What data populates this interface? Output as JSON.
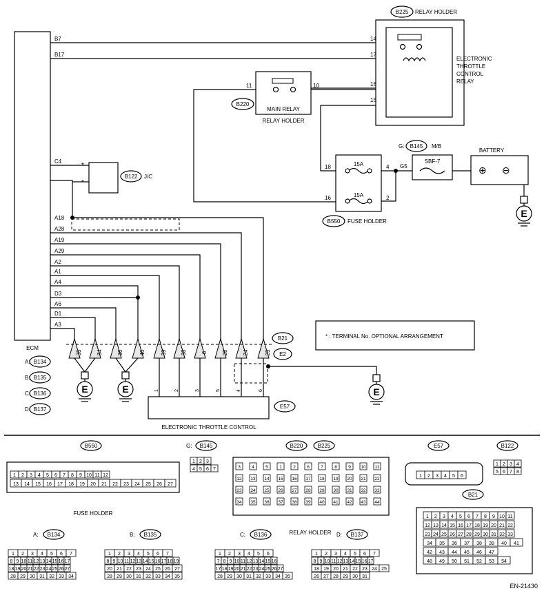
{
  "ecm": {
    "label": "ECM",
    "pins": [
      "B7",
      "B17",
      "C4",
      "A18",
      "A28",
      "A19",
      "A29",
      "A2",
      "A1",
      "A4",
      "D3",
      "A6",
      "D1",
      "A3"
    ]
  },
  "relay_holder_b225": {
    "code": "B225",
    "label": "RELAY HOLDER",
    "pins": [
      "14",
      "17",
      "16",
      "15"
    ],
    "relay_lines": [
      "ELECTRONIC",
      "THROTTLE",
      "CONTROL",
      "RELAY"
    ]
  },
  "main_relay": {
    "code": "B220",
    "label": "MAIN RELAY",
    "holder": "RELAY HOLDER",
    "pins": [
      "11",
      "10"
    ]
  },
  "jc": {
    "code": "B122",
    "label": "J/C",
    "pins": [
      "*",
      "*"
    ]
  },
  "mb": {
    "prefix": "G:",
    "code": "B145",
    "label": "M/B",
    "fuse": "SBF-7",
    "pin": "G5"
  },
  "battery": {
    "label": "BATTERY"
  },
  "fuse_holder": {
    "code": "B550",
    "label": "FUSE HOLDER",
    "fuses": [
      "15A",
      "15A"
    ],
    "pins": [
      "18",
      "4",
      "16",
      "2"
    ]
  },
  "note": "* : TERMINAL No. OPTIONAL ARRANGEMENT",
  "throttle": {
    "code": "E57",
    "label": "ELECTRONIC THROTTLE CONTROL",
    "pins": [
      "1",
      "2",
      "3",
      "5",
      "4",
      "6"
    ]
  },
  "connector_b21": {
    "code": "B21",
    "ground_code": "E2",
    "pins": [
      "35",
      "34",
      "36",
      "40",
      "39",
      "38",
      "6",
      "28",
      "24",
      "25"
    ]
  },
  "ground_symbol": "E",
  "ecm_connectors": [
    {
      "prefix": "A:",
      "code": "B134"
    },
    {
      "prefix": "B:",
      "code": "B135"
    },
    {
      "prefix": "C:",
      "code": "B136"
    },
    {
      "prefix": "D:",
      "code": "B137"
    }
  ],
  "bottom": {
    "fuse_holder": {
      "code": "B550",
      "label": "FUSE HOLDER",
      "top": [
        "1",
        "2",
        "3",
        "4",
        "5",
        "6",
        "7",
        "8",
        "9",
        "10",
        "11",
        "12"
      ],
      "bottom": [
        "13",
        "14",
        "15",
        "16",
        "17",
        "18",
        "19",
        "20",
        "21",
        "22",
        "23",
        "24",
        "25",
        "26",
        "27"
      ]
    },
    "mb": {
      "prefix": "G:",
      "code": "B145",
      "top": [
        "1",
        "2",
        "3"
      ],
      "bottom": [
        "4",
        "5",
        "6",
        "7"
      ]
    },
    "relay_holder": {
      "codes": [
        "B220",
        "B225"
      ],
      "label": "RELAY HOLDER",
      "pins": [
        "3",
        "4",
        "5",
        "1",
        "2",
        "6",
        "7",
        "8",
        "9",
        "10",
        "11",
        "12",
        "13",
        "14",
        "15",
        "16",
        "17",
        "18",
        "19",
        "20",
        "21",
        "22",
        "23",
        "24",
        "25",
        "26",
        "27",
        "28",
        "29",
        "30",
        "31",
        "32",
        "33",
        "34",
        "35",
        "36",
        "37",
        "38",
        "39",
        "40",
        "41",
        "42",
        "43",
        "44"
      ]
    },
    "e57": {
      "code": "E57",
      "pins": [
        "1",
        "2",
        "3",
        "4",
        "5",
        "6"
      ]
    },
    "b122": {
      "code": "B122",
      "top": [
        "1",
        "2",
        "3",
        "4"
      ],
      "bottom": [
        "5",
        "6",
        "7",
        "8"
      ]
    },
    "b21": {
      "code": "B21",
      "rows": [
        [
          "1",
          "2",
          "3",
          "4",
          "5",
          "6",
          "7",
          "8",
          "9",
          "10",
          "11"
        ],
        [
          "12",
          "13",
          "14",
          "15",
          "16",
          "17",
          "18",
          "19",
          "20",
          "21",
          "22"
        ],
        [
          "23",
          "24",
          "25",
          "26",
          "27",
          "28",
          "29",
          "30",
          "31",
          "32",
          "33"
        ],
        [
          "34",
          "35",
          "36",
          "37",
          "38",
          "39",
          "40",
          "41"
        ],
        [
          "42",
          "43",
          "44",
          "45",
          "46",
          "47"
        ],
        [
          "48",
          "49",
          "50",
          "51",
          "52",
          "53",
          "54"
        ]
      ]
    },
    "ecm_a": {
      "prefix": "A:",
      "code": "B134",
      "rows": [
        [
          "1",
          "2",
          "3",
          "4",
          "5",
          "6",
          "7"
        ],
        [
          "8",
          "9",
          "10",
          "11",
          "12",
          "13",
          "14",
          "15",
          "16",
          "17"
        ],
        [
          "18",
          "19",
          "20",
          "21",
          "22",
          "23",
          "24",
          "25",
          "26",
          "27"
        ],
        [
          "28",
          "29",
          "30",
          "31",
          "32",
          "33",
          "34"
        ]
      ]
    },
    "ecm_b": {
      "prefix": "B:",
      "code": "B135",
      "rows": [
        [
          "1",
          "2",
          "3",
          "4",
          "5",
          "6",
          "7"
        ],
        [
          "8",
          "9",
          "10",
          "11",
          "12",
          "13",
          "14",
          "15",
          "16",
          "17",
          "18",
          "19"
        ],
        [
          "20",
          "21",
          "22",
          "23",
          "24",
          "25",
          "26",
          "27"
        ],
        [
          "28",
          "29",
          "30",
          "31",
          "32",
          "33",
          "34",
          "35"
        ]
      ]
    },
    "ecm_c": {
      "prefix": "C:",
      "code": "B136",
      "rows": [
        [
          "1",
          "2",
          "3",
          "4",
          "5",
          "6"
        ],
        [
          "7",
          "8",
          "9",
          "10",
          "11",
          "12",
          "13",
          "14",
          "15",
          "16"
        ],
        [
          "17",
          "18",
          "19",
          "20",
          "21",
          "22",
          "23",
          "24",
          "25",
          "26",
          "27"
        ],
        [
          "28",
          "29",
          "30",
          "31",
          "32",
          "33",
          "34",
          "35"
        ]
      ]
    },
    "ecm_d": {
      "prefix": "D:",
      "code": "B137",
      "rows": [
        [
          "1",
          "2",
          "3",
          "4",
          "5",
          "6",
          "7"
        ],
        [
          "8",
          "9",
          "10",
          "11",
          "12",
          "13",
          "14",
          "15",
          "16",
          "17"
        ],
        [
          "18",
          "19",
          "20",
          "21",
          "22",
          "23",
          "24",
          "25"
        ],
        [
          "26",
          "27",
          "28",
          "29",
          "30",
          "31"
        ]
      ]
    }
  },
  "figure_code": "EN-21430"
}
